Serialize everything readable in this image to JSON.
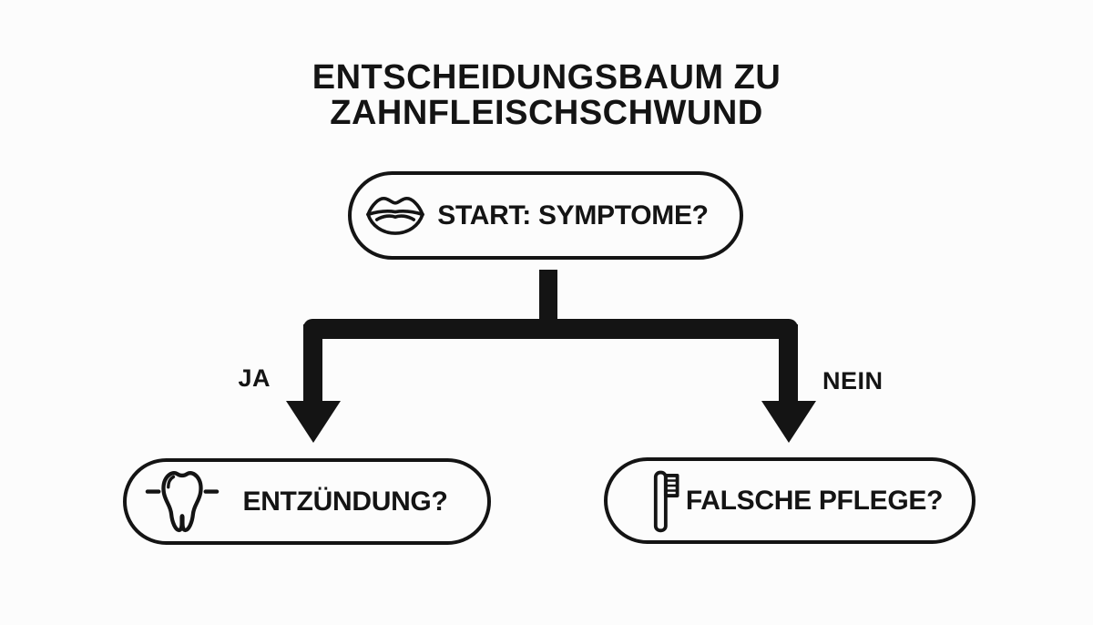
{
  "colors": {
    "background": "#fcfcfc",
    "ink": "#141414"
  },
  "title": {
    "line1": "ENTSCHEIDUNGSBAUM ZU",
    "line2": "ZAHNFLEISCHSCHWUND"
  },
  "tree": {
    "root": {
      "label": "START: SYMPTOME?",
      "icon": "mouth-icon"
    },
    "branches": [
      {
        "label": "JA",
        "target": {
          "label": "ENTZÜNDUNG?",
          "icon": "tooth-icon"
        }
      },
      {
        "label": "NEIN",
        "target": {
          "label": "FALSCHE PFLEGE?",
          "icon": "toothbrush-icon"
        }
      }
    ]
  }
}
